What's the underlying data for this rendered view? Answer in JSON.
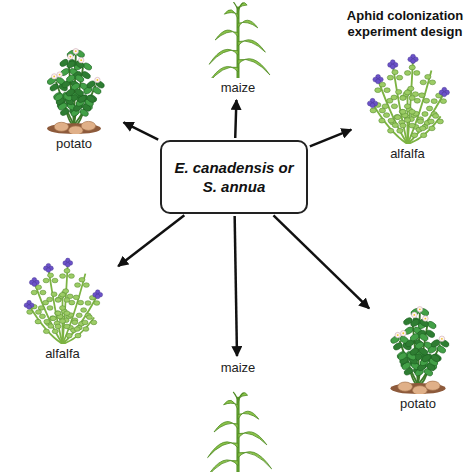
{
  "diagram": {
    "title": "Aphid colonization experiment design",
    "nodes": [
      {
        "text": [
          "E. canadensis or S. annua"
        ]
      },
      {
        "text": [
          "maize"
        ]
      },
      {
        "text": [
          "potato"
        ]
      },
      {
        "text": [
          "alfalfa"
        ]
      },
      {
        "text": [
          "alfalfa"
        ]
      },
      {
        "text": [
          "potato"
        ]
      },
      {
        "text": [
          "maize"
        ]
      }
    ],
    "edges": [
      {
        "from": 0,
        "to": 1,
        "arrow": "to"
      },
      {
        "from": 0,
        "to": 2,
        "arrow": "to"
      },
      {
        "from": 0,
        "to": 3,
        "arrow": "to"
      },
      {
        "from": 0,
        "to": 4,
        "arrow": "to"
      },
      {
        "from": 0,
        "to": 5,
        "arrow": "to"
      },
      {
        "from": 0,
        "to": 6,
        "arrow": "to"
      }
    ]
  }
}
